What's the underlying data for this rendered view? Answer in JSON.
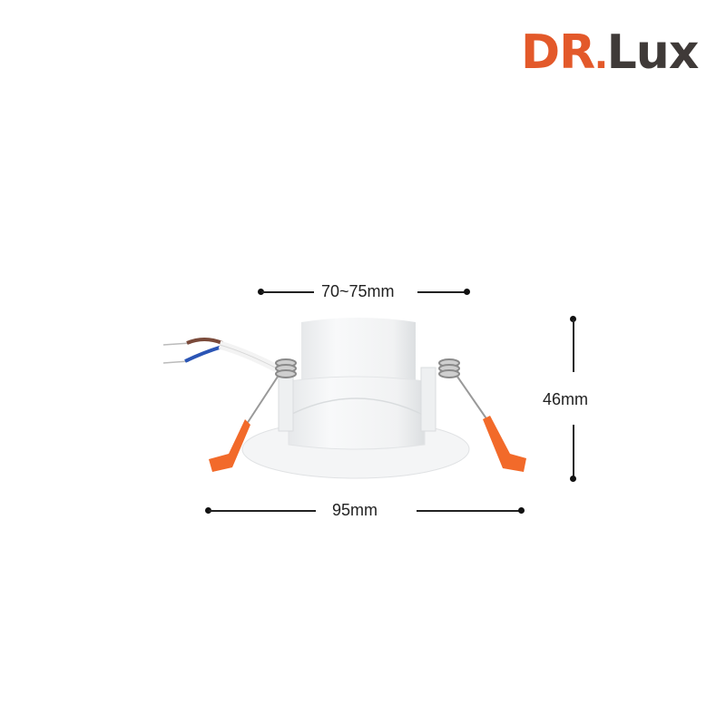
{
  "brand": {
    "logo_left": "DR",
    "logo_dot": ".",
    "logo_right": "Lux",
    "primary_color": "#e3592a",
    "secondary_color": "#3f3a38"
  },
  "dimensions": {
    "cutout": "70~75mm",
    "height": "46mm",
    "diameter": "95mm"
  },
  "product": {
    "name": "recessed downlight with spring clips",
    "clip_color": "#f26a2a"
  }
}
